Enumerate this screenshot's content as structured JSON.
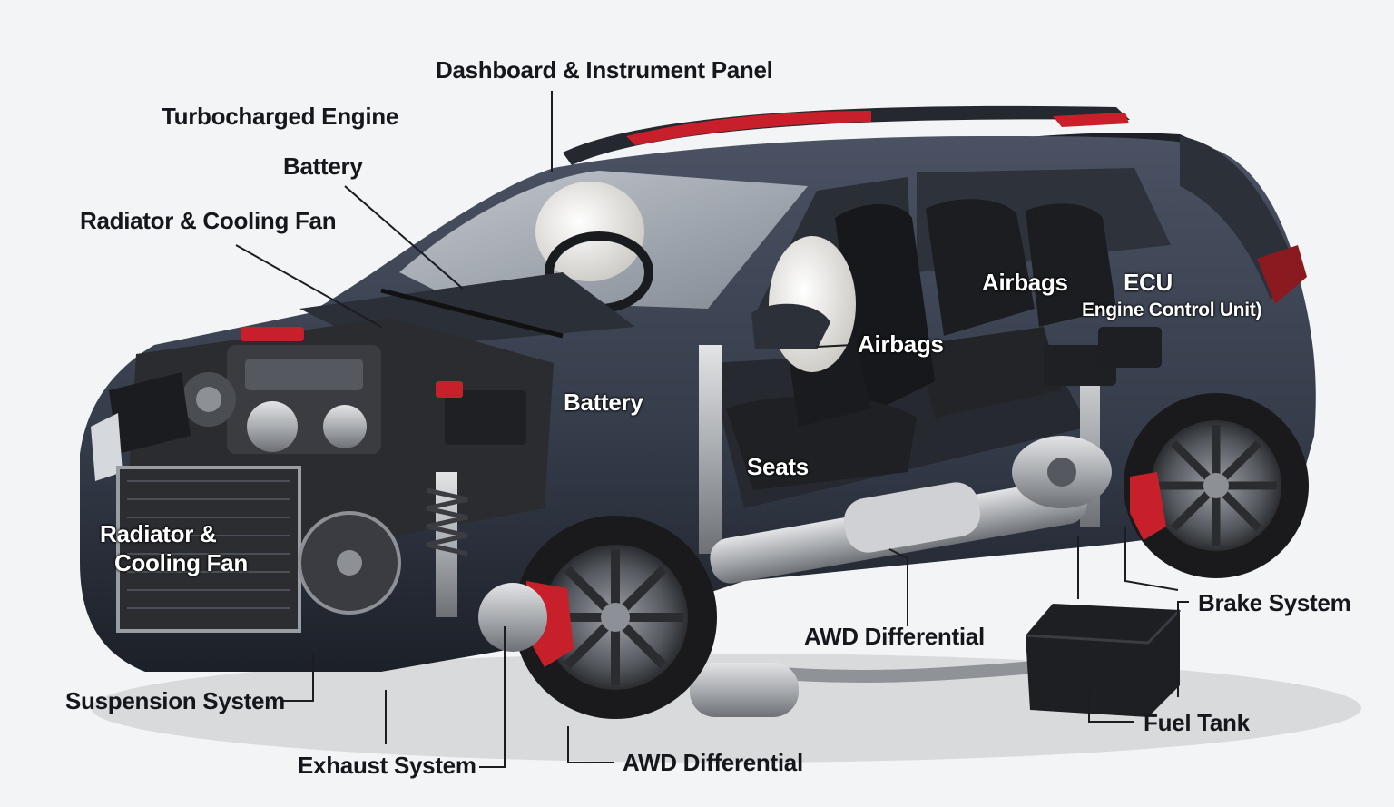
{
  "colors": {
    "background": "#f3f4f5",
    "body_paint": "#3a4150",
    "body_paint_shadow": "#1f242d",
    "accent_red": "#c8202a",
    "metal": "#b7b9bc",
    "tire": "#1a1a1c",
    "label_dark": "#15171c",
    "label_light": "#ffffff"
  },
  "labels": {
    "dashboard": "Dashboard & Instrument Panel",
    "turbo_engine": "Turbocharged Engine",
    "battery_top": "Battery",
    "radiator_top": "Radiator & Cooling Fan",
    "battery_engine": "Battery",
    "radiator_front_line1": "Radiator &",
    "radiator_front_line2": "Cooling Fan",
    "airbags_rear": "Airbags",
    "ecu_title": "ECU",
    "ecu_subtitle": "Engine Control Unit)",
    "airbags_front": "Airbags",
    "seats": "Seats",
    "awd_differential_mid": "AWD Differential",
    "brake_system": "Brake System",
    "suspension_system": "Suspension System",
    "exhaust_system": "Exhaust System",
    "awd_differential_bottom": "AWD Differential",
    "fuel_tank": "Fuel Tank"
  }
}
